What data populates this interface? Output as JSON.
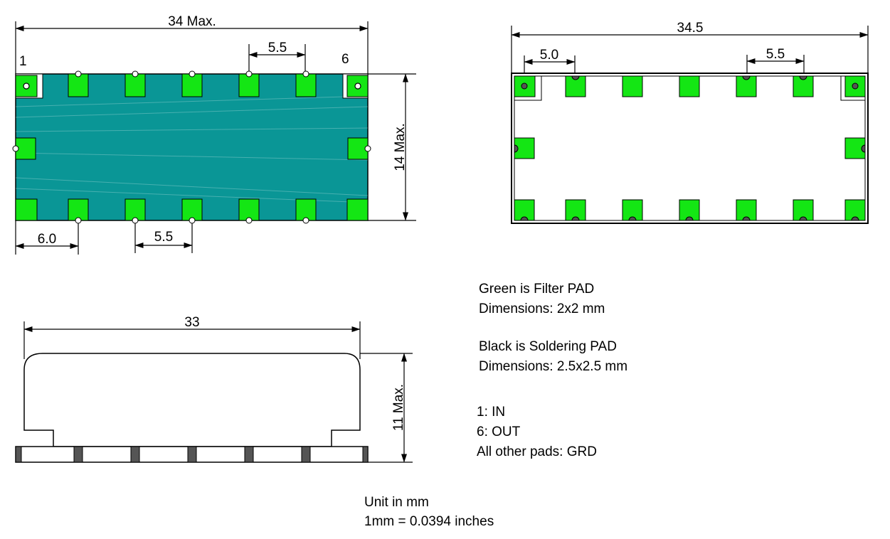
{
  "colors": {
    "teal": "#0a9696",
    "filter_pad": "#14e614",
    "solder_pad": "#555555",
    "outline": "#000000"
  },
  "top_view": {
    "pin_left_label": "1",
    "pin_right_label": "6",
    "dim_length": "34 Max.",
    "dim_pitch_top": "5.5",
    "dim_height": "14 Max.",
    "dim_edge_bottom": "6.0",
    "dim_pitch_bottom": "5.5"
  },
  "bottom_view": {
    "dim_length": "34.5",
    "dim_edge": "5.0",
    "dim_pitch": "5.5"
  },
  "side_view": {
    "dim_length": "33",
    "dim_height": "11 Max."
  },
  "legend": {
    "green_line1": "Green is Filter PAD",
    "green_line2": "Dimensions: 2x2 mm",
    "black_line1": "Black is Soldering PAD",
    "black_line2": "Dimensions: 2.5x2.5 mm"
  },
  "pins": {
    "line1": "1: IN",
    "line2": "6: OUT",
    "line3": "All other pads: GRD"
  },
  "units": {
    "line1": "Unit in mm",
    "line2": "1mm = 0.0394 inches"
  }
}
